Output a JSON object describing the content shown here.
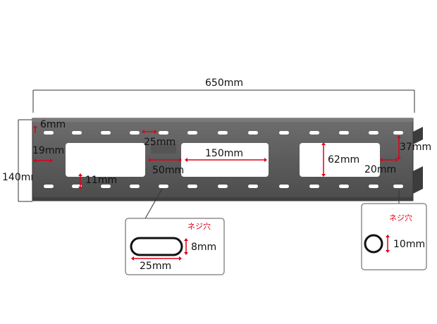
{
  "dimensions": {
    "overall_width": "650mm",
    "overall_height": "140mm",
    "top_margin": "6mm",
    "side_offset": "19mm",
    "slot_length_pitch": "25mm",
    "center_span": "150mm",
    "window_gap": "50mm",
    "slot_gap": "11mm",
    "window_height": "62mm",
    "right_offset": "37mm",
    "right_margin": "20mm"
  },
  "callout_slot": {
    "title": "ネジ穴",
    "width": "25mm",
    "height": "8mm"
  },
  "callout_round": {
    "title": "ネジ穴",
    "diameter": "10mm"
  },
  "colors": {
    "plate": "#5f5f5f",
    "plate_edge": "#3a3a3a",
    "dimension_line": "#333333",
    "red_arrow": "#e0001a",
    "callout_border": "#555555"
  }
}
